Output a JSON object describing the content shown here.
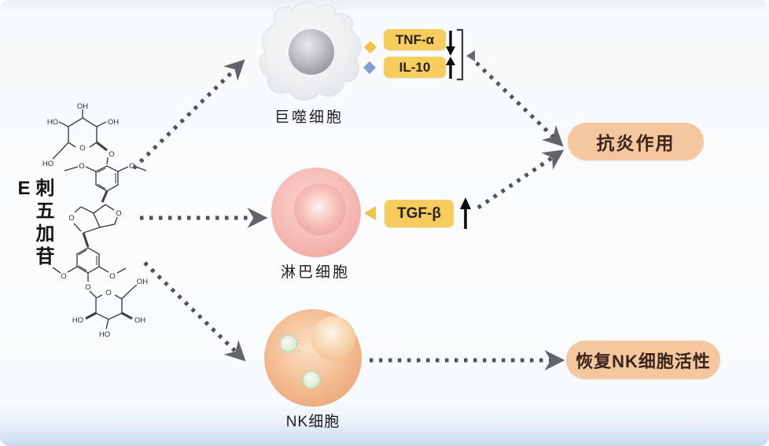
{
  "compound": {
    "name": "刺五加苷E"
  },
  "structure": {
    "labels": {
      "t_oh": "OH",
      "t_ho": "HO",
      "t_oh2": "OH",
      "t_ring_o": "O",
      "t_gly_o": "O",
      "t_ch2_ho": "HO",
      "b1_ome_l": "O",
      "b1_ome_r": "O",
      "furo_o_r": "O",
      "furo_o_l": "O",
      "b2_ome_l": "O",
      "b2_ome_r": "O",
      "b2_gly_o": "O",
      "s2_ring_o": "O",
      "s2_ch2_oh": "OH",
      "s2_ho_l": "HO",
      "s2_oh_r": "OH",
      "s2_ho_b": "HO"
    }
  },
  "cells": {
    "macrophage": {
      "label": "巨噬细胞"
    },
    "lymphocyte": {
      "label": "淋巴细胞"
    },
    "nk": {
      "label": "NK细胞"
    }
  },
  "cytokines": {
    "tnf": {
      "label": "TNF-α",
      "trend": "decrease"
    },
    "il10": {
      "label": "IL-10",
      "trend": "increase"
    },
    "tgfb": {
      "label": "TGF-β",
      "trend": "increase"
    }
  },
  "outcomes": {
    "anti_inflammatory": {
      "label": "抗炎作用"
    },
    "nk_activity": {
      "label": "恢复NK细胞活性"
    }
  },
  "colors": {
    "cytokine_pill": "#f6cd5d",
    "outcome_pill": "#f5c79e",
    "diamond_yellow": "#f0c449",
    "diamond_blue": "#7f9ed8",
    "pointer_yellow": "#f2c44d",
    "dotted_arrow": "#515157",
    "trend_arrow": "#0c0c0e",
    "macrophage_body": "#eef0f2",
    "lymphocyte_body": "#f7bdb7",
    "nk_body": "#f4bd92"
  }
}
